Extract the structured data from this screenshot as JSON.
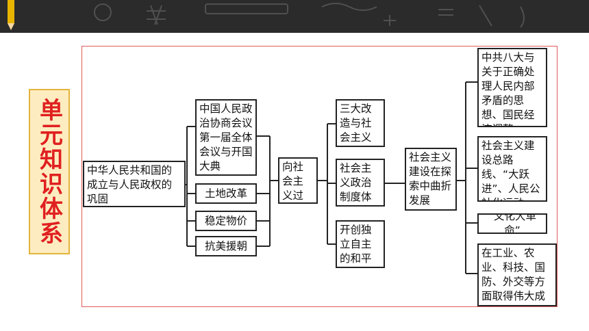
{
  "side_title": "单元知识体系",
  "nodes": {
    "root": "中华人民共和国的成立与人民政权的巩固",
    "l2_1": "中国人民政治协商会议第一届全体会议与开国大典",
    "l2_2": "土地改革",
    "l2_3": "稳定物价",
    "l2_4": "抗美援朝",
    "l3": "向社会主义过渡",
    "l4_1": "三大改造与社会主义工业化",
    "l4_2": "社会主义政治制度体系",
    "l4_3": "开创独立自主的和平外交",
    "l5": "社会主义建设在探索中曲折发展",
    "l6_1": "中共八大与关于正确处理人民内部矛盾的思想、国民经济调整",
    "l6_2": "社会主义建设总路线、“大跃进”、人民公社化运动",
    "l6_3": "“文化大革命”",
    "l6_4": "在工业、农业、科技、国防、外交等方面取得伟大成就"
  },
  "colors": {
    "banner": "#2b2b2b",
    "frame": "#e05a5a",
    "side_title_text": "#e02020",
    "side_title_bg": "#fdecc0"
  }
}
